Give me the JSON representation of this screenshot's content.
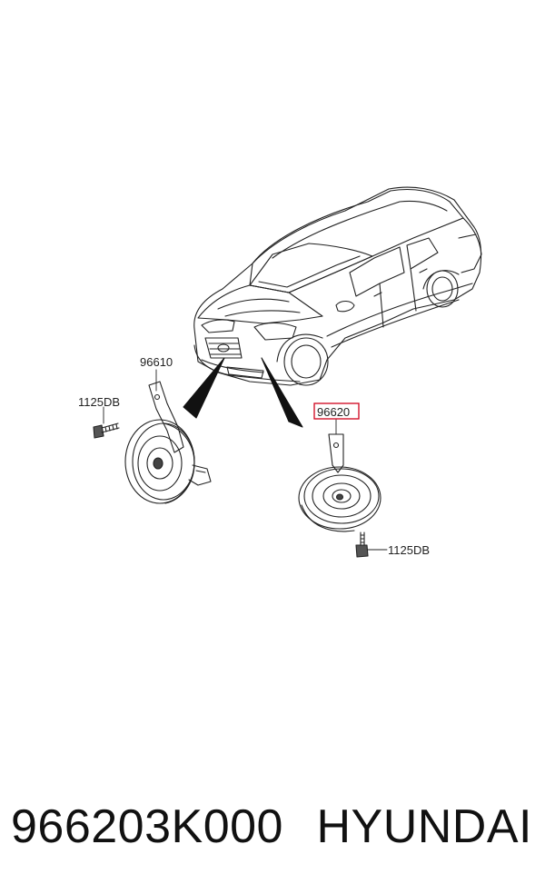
{
  "diagram": {
    "labels": {
      "left_horn_part": "96610",
      "left_bolt_part": "1125DB",
      "right_horn_part": "96620",
      "right_bolt_part": "1125DB"
    },
    "highlight_color": "#d0021b"
  },
  "footer": {
    "part_number": "966203K000",
    "brand": "HYUNDAI"
  }
}
